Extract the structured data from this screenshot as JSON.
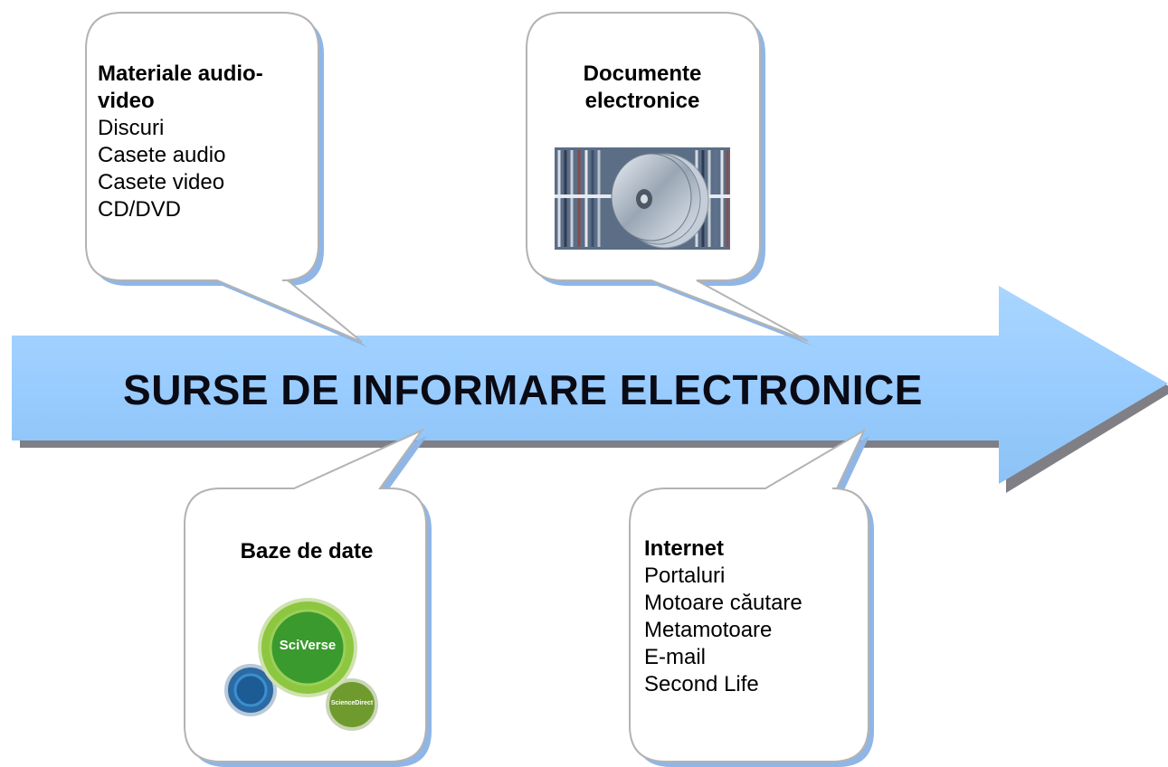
{
  "colors": {
    "arrow_fill": "#99ccff",
    "arrow_shadow": "#7f7f85",
    "callout_fill": "#ffffff",
    "callout_stroke": "#b3b3b3",
    "callout_shadow": "#8fb6e6"
  },
  "arrow": {
    "title": "SURSE DE INFORMARE ELECTRONICE"
  },
  "callouts": {
    "audio_video": {
      "heading": "Materiale audio-video",
      "items": [
        "Discuri",
        "Casete audio",
        "Casete video",
        "CD/DVD"
      ]
    },
    "electronic_docs": {
      "heading": "Documente electronice",
      "image_icon": "cd-disc-library-photo"
    },
    "databases": {
      "heading": "Baze de date",
      "logo_icon": "sciverse-logo",
      "logo_text": "SciVerse",
      "logo_sub_text": "ScienceDirect"
    },
    "internet": {
      "heading": "Internet",
      "items": [
        "Portaluri",
        "Motoare căutare",
        "Metamotoare",
        "E-mail",
        "Second Life"
      ]
    }
  }
}
